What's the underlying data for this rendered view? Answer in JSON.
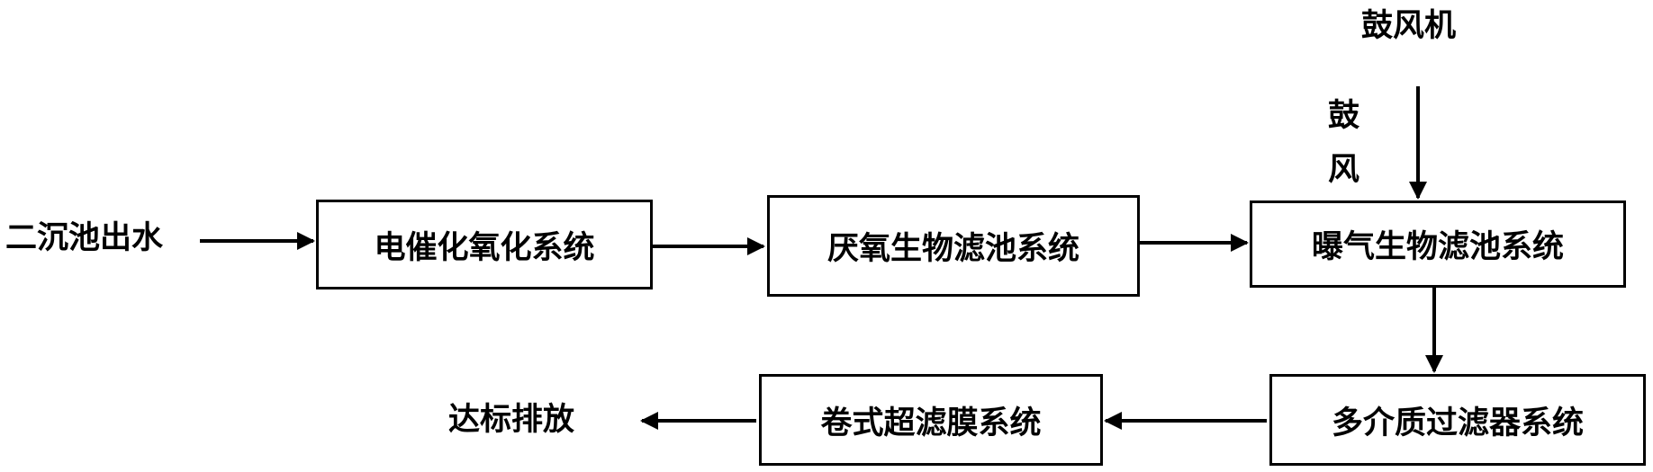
{
  "nodes": {
    "input": "二沉池出水",
    "electro_catalytic": "电催化氧化系统",
    "anaerobic_filter": "厌氧生物滤池系统",
    "aerated_filter": "曝气生物滤池系统",
    "multimedia_filter": "多介质过滤器系统",
    "spiral_uf": "卷式超滤膜系统",
    "output": "达标排放"
  },
  "blower": {
    "label": "鼓风机",
    "flow_char_1": "鼓",
    "flow_char_2": "风"
  }
}
